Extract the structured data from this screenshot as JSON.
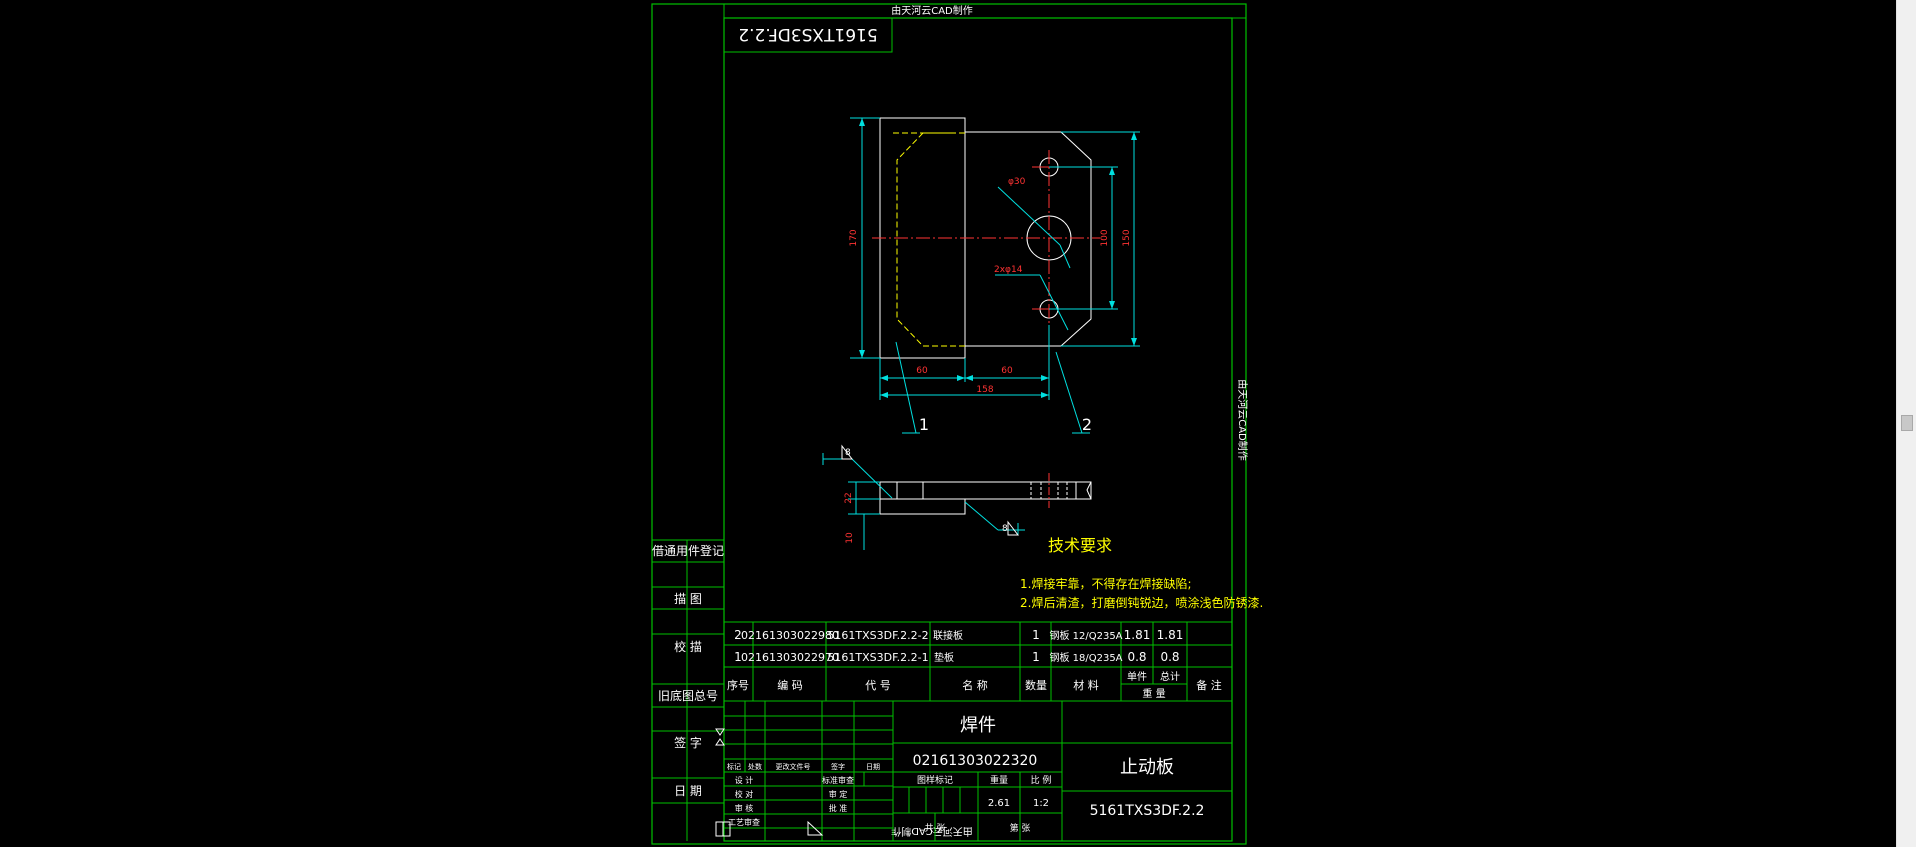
{
  "watermark": "由天河云CAD制作",
  "drawing_code_mirror": "5161TXS3DF.2.2",
  "dims": {
    "d30": "φ30",
    "d14": "2xφ14",
    "d170": "170",
    "d100": "100",
    "d150": "150",
    "d60a": "60",
    "d60b": "60",
    "d158": "158",
    "d22": "22",
    "d10": "10",
    "balloon1": "1",
    "balloon2": "2",
    "weld1": "8",
    "weld2": "8"
  },
  "tech": {
    "title": "技术要求",
    "line1": "1.焊接牢靠，不得存在焊接缺陷;",
    "line2": "2.焊后清渣，打磨倒钝锐边，喷涂浅色防锈漆."
  },
  "left_column": [
    "借通用件登记",
    "描  图",
    "校  描",
    "旧底图总号",
    "签  字",
    "日  期"
  ],
  "bom": {
    "rows": [
      {
        "no": "2",
        "code": "02161303022980",
        "drawing": "5161TXS3DF.2.2-2",
        "name": "联接板",
        "qty": "1",
        "material": "钢板 12/Q235A",
        "unit": "1.81",
        "total": "1.81",
        "note": ""
      },
      {
        "no": "1",
        "code": "02161303022970",
        "drawing": "5161TXS3DF.2.2-1",
        "name": "垫板",
        "qty": "1",
        "material": "钢板 18/Q235A",
        "unit": "0.8",
        "total": "0.8",
        "note": ""
      }
    ],
    "headers": {
      "no": "序号",
      "code": "编  码",
      "drawing": "代  号",
      "name": "名  称",
      "qty": "数量",
      "material": "材  料",
      "unit": "单件",
      "total": "总计",
      "weight": "重  量",
      "note": "备 注"
    }
  },
  "title_block": {
    "type": "焊件",
    "code": "02161303022320",
    "part_name": "止动板",
    "drawing_no": "5161TXS3DF.2.2",
    "stage_label": "图样标记",
    "weight_label": "重量",
    "scale_label": "比 例",
    "weight": "2.61",
    "scale": "1:2",
    "sheets_label": "共  张",
    "sheet_label": "第  张",
    "rev_headers": [
      "标记",
      "处数",
      "更改文件号",
      "签字",
      "日期"
    ],
    "signatures": [
      "设 计",
      "校 对",
      "审 核",
      "工艺审查"
    ],
    "signatures2": [
      "标准审查",
      "审 定",
      "批 准",
      ""
    ]
  }
}
